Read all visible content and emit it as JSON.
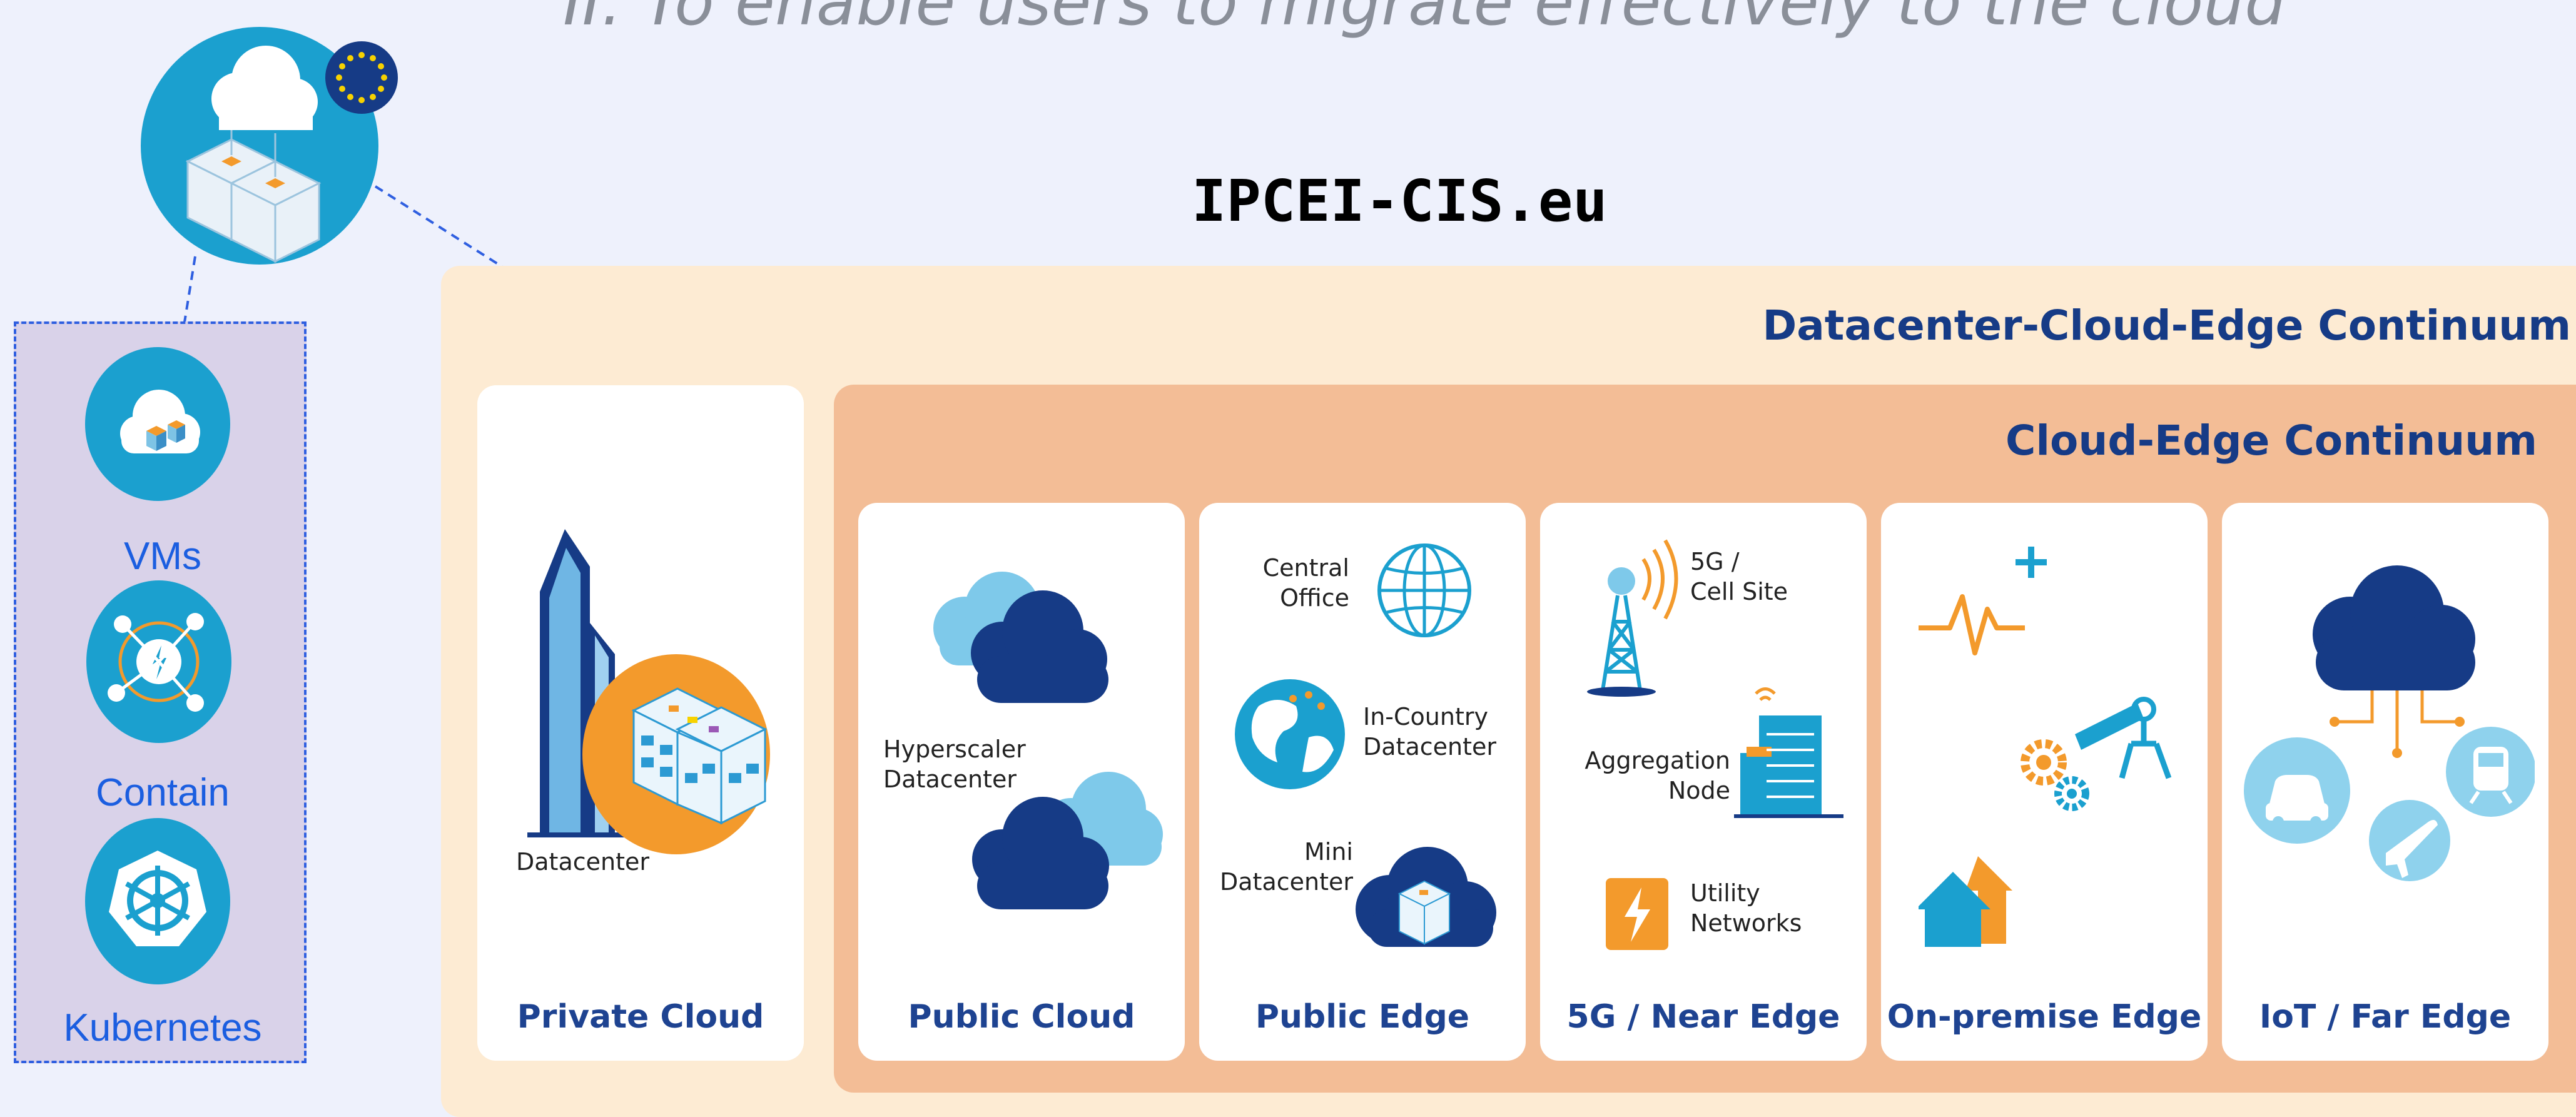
{
  "headline": "II.  To enable users to migrate effectively to the cloud",
  "site": "IPCEI-CIS.eu",
  "continuum": {
    "outer_title": "Datacenter-Cloud-Edge Continuum",
    "inner_title": "Cloud-Edge Continuum"
  },
  "cards": [
    {
      "label": "Private Cloud",
      "captions": [
        "Datacenter"
      ]
    },
    {
      "label": "Public Cloud",
      "captions": [
        "Hyperscaler\nDatacenter"
      ]
    },
    {
      "label": "Public Edge",
      "captions": [
        "Central\nOffice",
        "In-Country\nDatacenter",
        "Mini\nDatacenter"
      ]
    },
    {
      "label": "5G / Near Edge",
      "captions": [
        "5G /\nCell Site",
        "Aggregation\nNode",
        "Utility\nNetworks"
      ]
    },
    {
      "label": "On-premise Edge",
      "captions": []
    },
    {
      "label": "IoT / Far Edge",
      "captions": []
    }
  ],
  "technologies": [
    {
      "label": "VMs",
      "icon": "cloud-boxes-icon"
    },
    {
      "label": "Contain",
      "icon": "container-network-icon"
    },
    {
      "label": "Kubernetes",
      "icon": "kubernetes-icon"
    }
  ],
  "colors": {
    "navy": "#163b86",
    "cyan": "#1ba0cf",
    "orange": "#f39a2c",
    "peach": "#f3bd96",
    "cream": "#fdebd3",
    "lavender": "#d9d2e9",
    "dashed_blue": "#2f5fe0"
  }
}
